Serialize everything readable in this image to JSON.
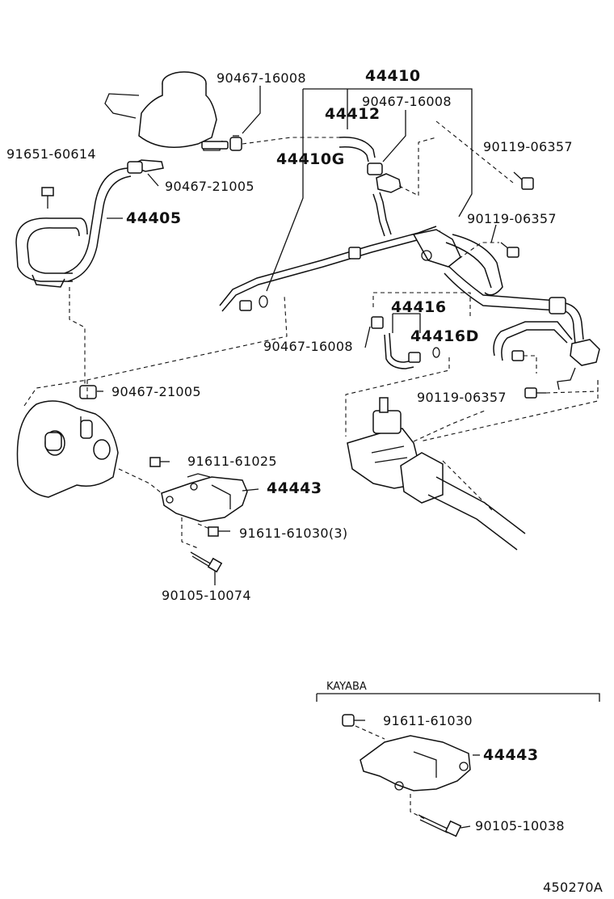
{
  "diagram": {
    "labels": {
      "p90467_16008_top": "90467-16008",
      "p44410": "44410",
      "p90467_16008_mid": "90467-16008",
      "p44412": "44412",
      "p91651_60614": "91651-60614",
      "p44410G": "44410G",
      "p90119_06357_a": "90119-06357",
      "p90467_21005_a": "90467-21005",
      "p44405": "44405",
      "p90119_06357_b": "90119-06357",
      "p44416": "44416",
      "p90467_16008_low": "90467-16008",
      "p44416D": "44416D",
      "p90467_21005_b": "90467-21005",
      "p90119_06357_c": "90119-06357",
      "p91611_61025": "91611-61025",
      "p44443_main": "44443",
      "p91611_61030_3": "91611-61030(3)",
      "p90105_10074": "90105-10074",
      "kayaba_title": "KAYABA",
      "p91611_61030_k": "91611-61030",
      "p44443_k": "44443",
      "p90105_10038": "90105-10038",
      "figure_id": "450270A"
    }
  }
}
